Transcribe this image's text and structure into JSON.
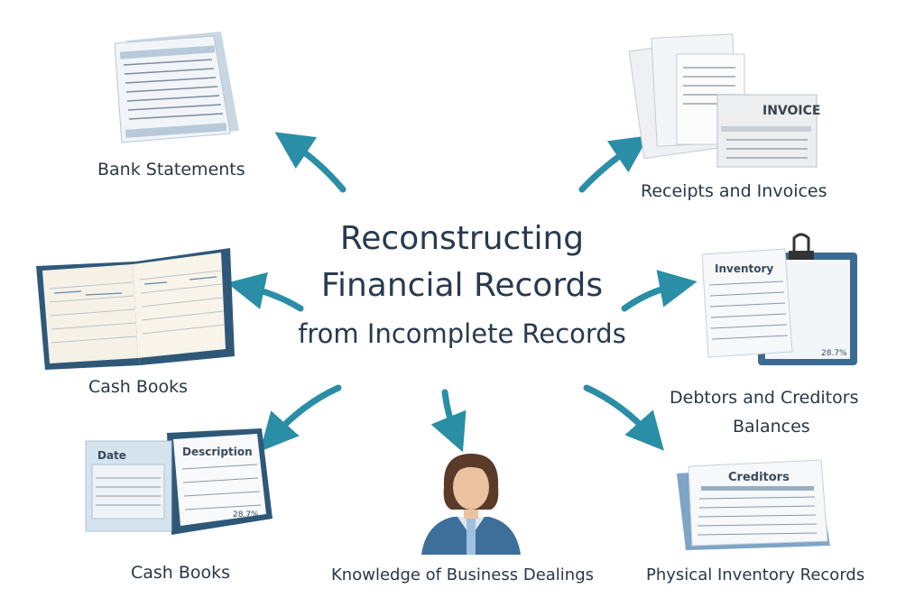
{
  "title": {
    "line1": "Reconstructing",
    "line2": "Financial Records",
    "line3": "from Incomplete Records"
  },
  "colors": {
    "arrow": "#2a8ea6",
    "text": "#2c3644",
    "paper": "#f4f6f8",
    "cover": "#2f5878"
  },
  "nodes": [
    {
      "id": "bank-statements",
      "label": "Bank Statements",
      "icon": "bank-statement-icon"
    },
    {
      "id": "receipts-invoices",
      "label": "Receipts and Invoices",
      "icon": "invoice-icon",
      "doc_heading": "INVOICE"
    },
    {
      "id": "cash-books-1",
      "label": "Cash Books",
      "icon": "open-ledger-icon"
    },
    {
      "id": "debtors-creditors",
      "label_line1": "Debtors and Creditors",
      "label_line2": "Balances",
      "icon": "inventory-clipboard-icon",
      "doc_heading": "Inventory",
      "doc_total": "28.7%"
    },
    {
      "id": "cash-books-2",
      "label": "Cash Books",
      "icon": "cash-book-folder-icon",
      "doc_heading_left": "Date ",
      "doc_heading_right": "Description",
      "doc_total": "28.7%"
    },
    {
      "id": "knowledge",
      "label": "Knowledge of Business Dealings",
      "icon": "person-avatar-icon"
    },
    {
      "id": "physical-inventory",
      "label": "Physical Inventory Records",
      "icon": "creditors-sheet-icon",
      "doc_heading": "Creditors"
    }
  ]
}
